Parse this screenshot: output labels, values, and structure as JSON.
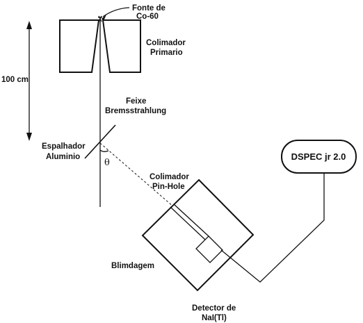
{
  "labels": {
    "source_line1": "Fonte de",
    "source_line2": "Co-60",
    "primary_collimator_line1": "Colimador",
    "primary_collimator_line2": "Primario",
    "distance": "100 cm",
    "beam_line1": "Feixe",
    "beam_line2": "Bremsstrahlung",
    "scatterer_line1": "Espalhador",
    "scatterer_line2": "Aluminio",
    "angle": "θ",
    "pinhole_line1": "Colimador",
    "pinhole_line2": "Pin-Hole",
    "shielding": "Blimdagem",
    "detector_line1": "Detector de",
    "detector_line2": "NaI(Tl)",
    "dspec": "DSPEC jr 2.0"
  }
}
